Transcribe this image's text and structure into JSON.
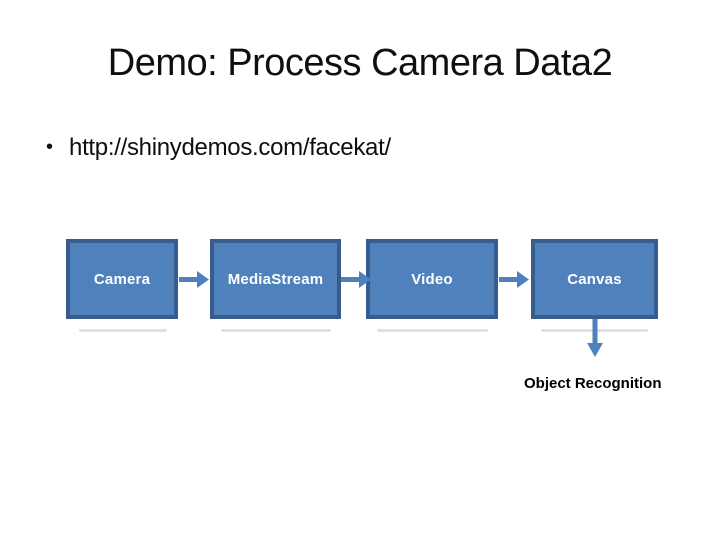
{
  "slide": {
    "title": "Demo: Process Camera Data2",
    "bullet": {
      "marker": "•",
      "text": "http://shinydemos.com/facekat/"
    },
    "diagram": {
      "boxes": [
        {
          "label": "Camera"
        },
        {
          "label": "MediaStream"
        },
        {
          "label": "Video"
        },
        {
          "label": "Canvas"
        }
      ],
      "caption": "Object Recognition",
      "colors": {
        "box_fill": "#4f81bd",
        "box_border": "#385d8a",
        "box_text": "#ffffff",
        "arrow": "#4f81bd",
        "reflection": "#dae4f0"
      }
    }
  }
}
